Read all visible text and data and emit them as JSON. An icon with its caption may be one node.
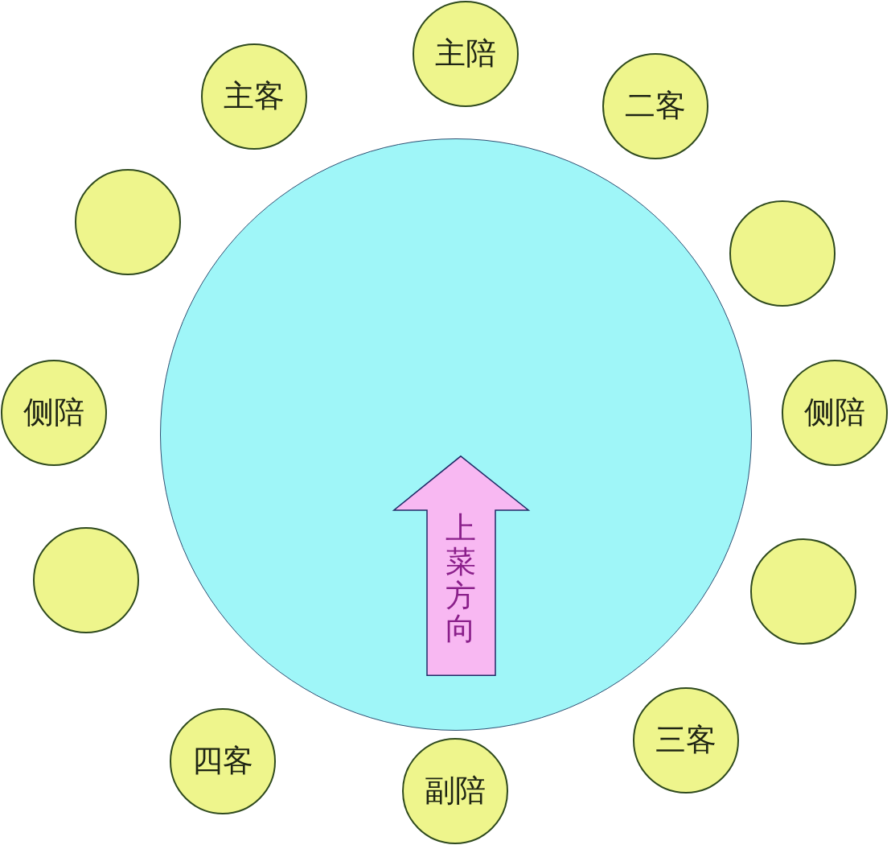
{
  "diagram": {
    "nodes": [
      {
        "text": [],
        "shape": "circle"
      },
      {
        "text": [
          "上菜方向"
        ],
        "in": 0
      },
      {
        "text": [
          "主客"
        ]
      },
      {
        "text": [
          "主陪"
        ]
      },
      {
        "text": [
          "二客"
        ]
      },
      {
        "text": [],
        "shape": "circle"
      },
      {
        "text": [],
        "shape": "circle"
      },
      {
        "text": [
          "侧陪"
        ]
      },
      {
        "text": [
          "侧陪"
        ]
      },
      {
        "text": [],
        "shape": "circle"
      },
      {
        "text": [],
        "shape": "circle"
      },
      {
        "text": [
          "四客"
        ]
      },
      {
        "text": [
          "副陪"
        ]
      },
      {
        "text": [
          "三客"
        ]
      }
    ]
  }
}
